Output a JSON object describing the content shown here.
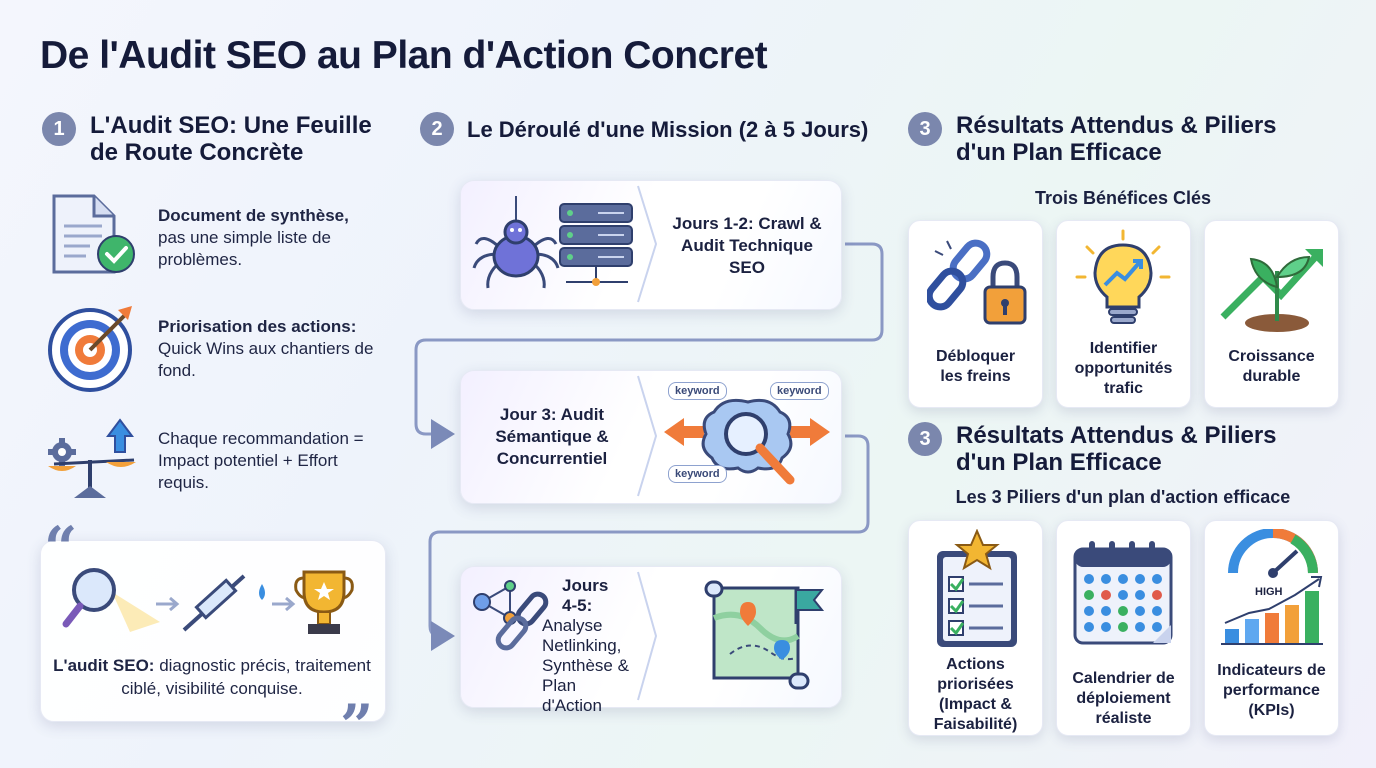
{
  "title": "De l'Audit SEO au Plan d'Action Concret",
  "section1": {
    "number": "1",
    "title_line1": "L'Audit SEO: Une Feuille",
    "title_line2": "de Route Concrète",
    "features": [
      {
        "icon": "document-check-icon",
        "bold": "Document de synthèse,",
        "rest": "pas une simple liste de problèmes."
      },
      {
        "icon": "target-icon",
        "bold": "Priorisation des actions:",
        "rest": "Quick Wins aux chantiers de fond."
      },
      {
        "icon": "balance-scale-icon",
        "bold": "",
        "rest": "Chaque recommandation = Impact potentiel + Effort requis."
      }
    ],
    "quote": {
      "bold": "L'audit SEO:",
      "rest": " diagnostic précis, traitement ciblé, visibilité conquise."
    }
  },
  "section2": {
    "number": "2",
    "title": "Le Déroulé d'une Mission (2 à 5 Jours)",
    "steps": [
      {
        "label": "Jours 1-2: Crawl & Audit Technique SEO"
      },
      {
        "label": "Jour 3: Audit Sémantique & Concurrentiel",
        "keywords": [
          "keyword",
          "keyword",
          "keyword"
        ]
      },
      {
        "label_bold": "Jours 4-5:",
        "label_rest": "Analyse Netlinking, Synthèse & Plan d'Action"
      }
    ]
  },
  "section3a": {
    "number": "3",
    "title_line1": "Résultats Attendus & Piliers",
    "title_line2": "d'un Plan Efficace",
    "subtitle": "Trois Bénéfices Clés",
    "tiles": [
      {
        "icon": "broken-chain-lock-icon",
        "label": "Débloquer les freins"
      },
      {
        "icon": "lightbulb-growth-icon",
        "label": "Identifier opportunités trafic"
      },
      {
        "icon": "plant-growth-icon",
        "label": "Croissance durable"
      }
    ]
  },
  "section3b": {
    "number": "3",
    "title_line1": "Résultats Attendus & Piliers",
    "title_line2": "d'un Plan Efficace",
    "subtitle": "Les 3 Piliers d'un plan d'action efficace",
    "tiles": [
      {
        "icon": "checklist-star-icon",
        "label": "Actions priorisées (Impact & Faisabilité)"
      },
      {
        "icon": "calendar-icon",
        "label": "Calendrier de déploiement réaliste"
      },
      {
        "icon": "gauge-bar-chart-icon",
        "label": "Indicateurs de performance (KPIs)",
        "gauge_text": "HIGH"
      }
    ]
  }
}
